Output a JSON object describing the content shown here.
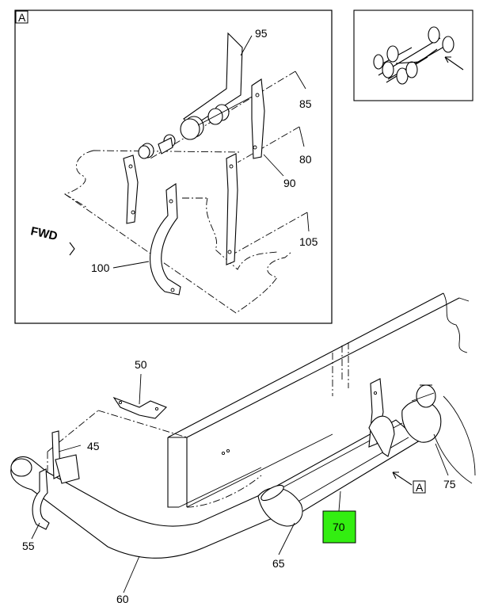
{
  "detail_view": {
    "tag": "A",
    "fwd_label": "FWD"
  },
  "callouts": {
    "c95": "95",
    "c85": "85",
    "c80": "80",
    "c90": "90",
    "c105": "105",
    "c100": "100",
    "c50": "50",
    "c45": "45",
    "c55": "55",
    "c60": "60",
    "c65": "65",
    "c70": "70",
    "c75": "75"
  },
  "view_ref_tag": "A",
  "highlight_color": "#33ee11"
}
